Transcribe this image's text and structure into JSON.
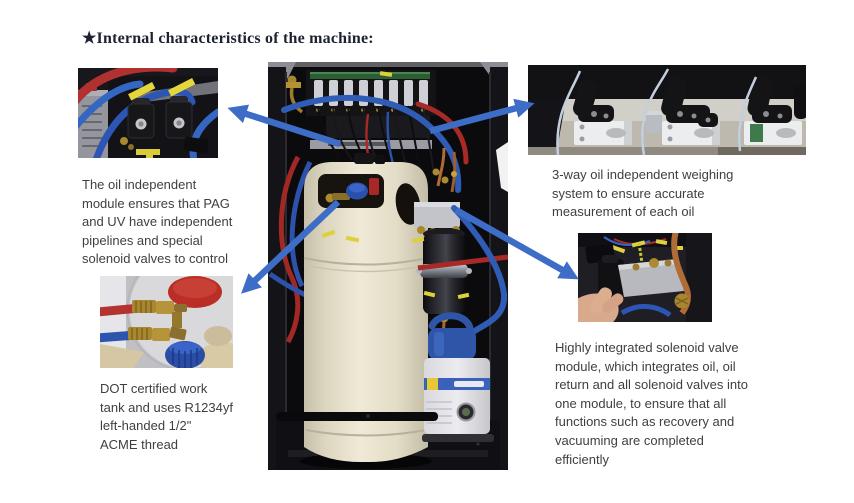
{
  "colors": {
    "arrow-blue": "#3e6dc8",
    "heading-color": "#1d2230",
    "body-color": "#3f3f3f",
    "tank-cream": "#e9e3cf",
    "pump-blue": "#2e55a8"
  },
  "heading": "★Internal characteristics of the machine:",
  "captions": {
    "oil_module": "The oil independent\nmodule ensures that PAG\nand UV have independent\npipelines and special\nsolenoid valves to control",
    "dot_tank": "DOT certified work\ntank and uses R1234yf\nleft-handed 1/2\"\nACME thread",
    "weighing": "3-way oil independent weighing\nsystem to ensure accurate\nmeasurement of each oil",
    "solenoid_module": "Highly integrated solenoid valve\nmodule, which integrates oil, oil\nreturn and all solenoid valves into\none module, to ensure that all\nfunctions such as recovery and\nvacuuming are completed\nefficiently"
  },
  "icons": {
    "arrow_to_oil_module": "arrow-up-left-icon",
    "arrow_to_weighing": "arrow-up-right-icon",
    "arrow_to_dot_tank": "arrow-down-left-icon",
    "arrow_to_solenoid_module": "arrow-down-right-icon"
  }
}
